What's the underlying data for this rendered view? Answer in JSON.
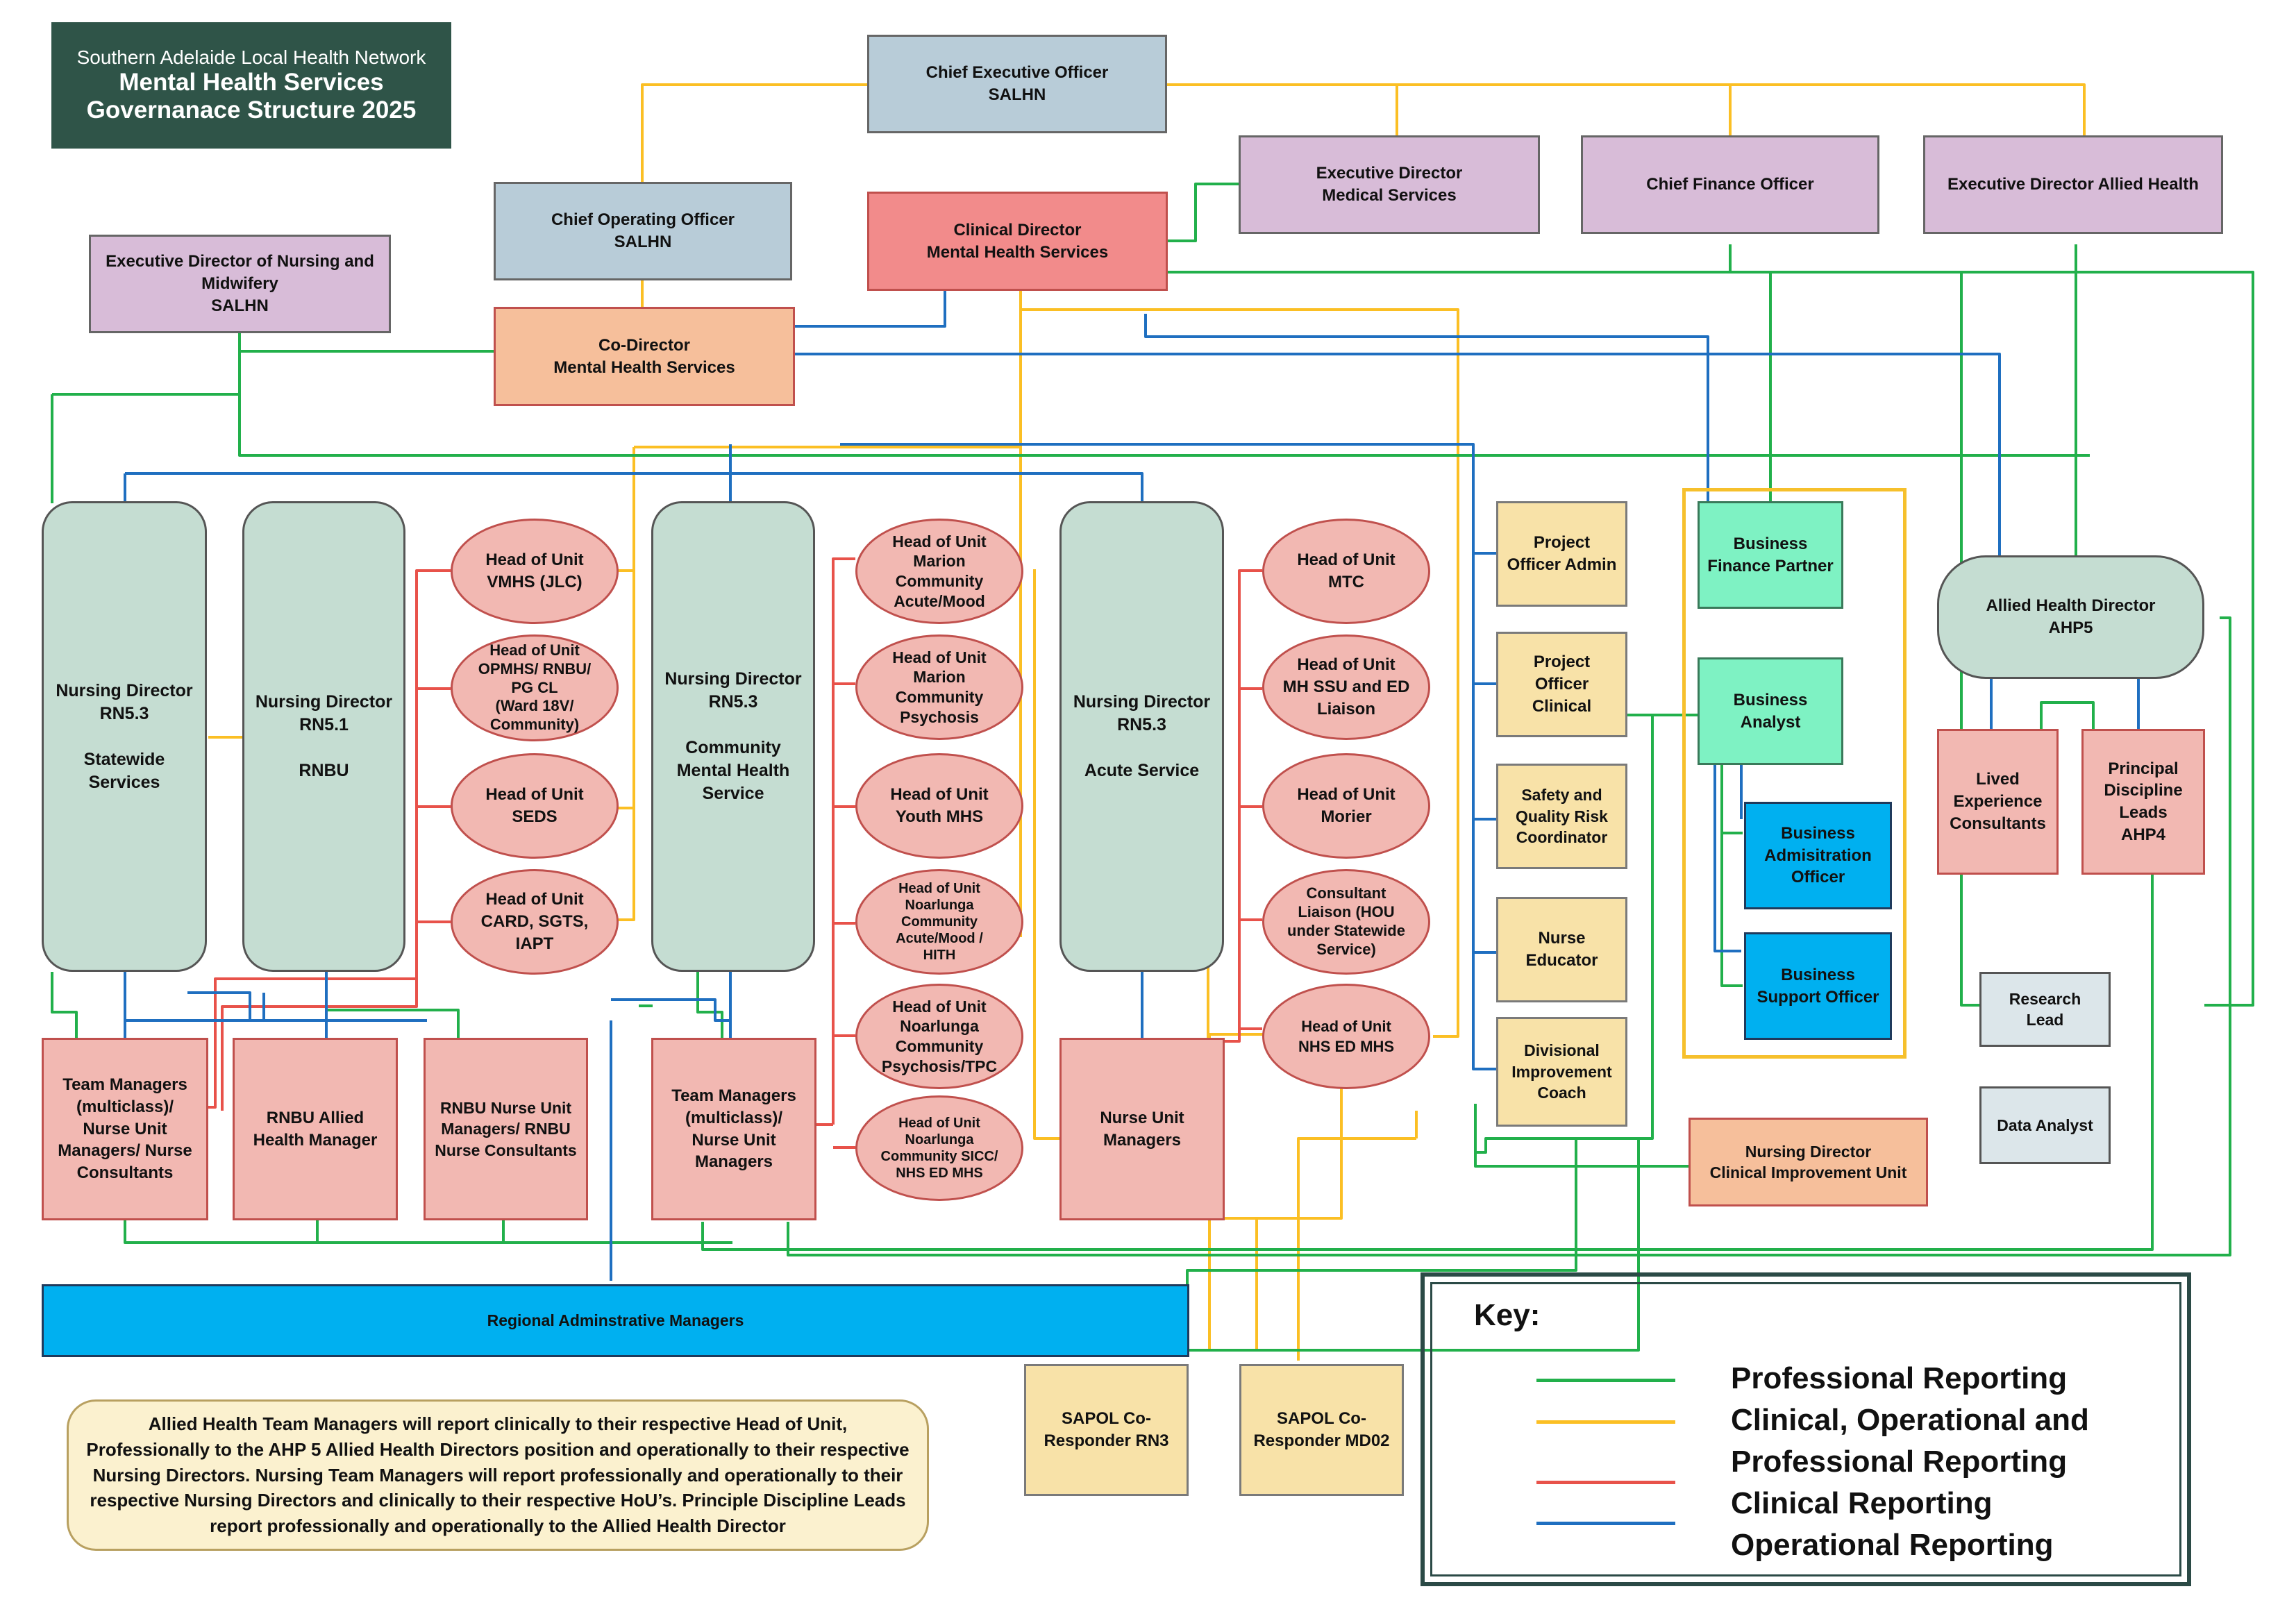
{
  "header": {
    "org": "Southern Adelaide Local Health Network",
    "title_line1": "Mental Health Services",
    "title_line2": "Governanace Structure 2025"
  },
  "nodes": {
    "ceo": [
      "Chief Executive Officer",
      "SALHN"
    ],
    "coo": [
      "Chief Operating Officer",
      "SALHN"
    ],
    "clinical_director": [
      "Clinical Director",
      "Mental Health Services"
    ],
    "exec_med": [
      "Executive Director",
      "Medical Services"
    ],
    "cfo": [
      "Chief Finance Officer"
    ],
    "exec_ah": [
      "Executive Director Allied Health"
    ],
    "exec_nursing": [
      "Executive Director of Nursing and",
      "Midwifery",
      "SALHN"
    ],
    "co_director": [
      "Co-Director",
      "Mental Health Services"
    ],
    "nd_statewide": [
      "Nursing Director",
      "RN5.3",
      "",
      "Statewide",
      "Services"
    ],
    "nd_rnbu": [
      "Nursing Director",
      "RN5.1",
      "",
      "RNBU"
    ],
    "nd_community": [
      "Nursing Director",
      "RN5.3",
      "",
      "Community",
      "Mental Health",
      "Service"
    ],
    "nd_acute": [
      "Nursing Director",
      "RN5.3",
      "",
      "Acute Service"
    ],
    "hou_vmhs": [
      "Head of Unit",
      "VMHS (JLC)"
    ],
    "hou_opmhs": [
      "Head of Unit",
      "OPMHS/ RNBU/",
      "PG CL",
      "(Ward 18V/",
      "Community)"
    ],
    "hou_seds": [
      "Head of Unit",
      "SEDS"
    ],
    "hou_card": [
      "Head of Unit",
      "CARD, SGTS,",
      "IAPT"
    ],
    "hou_marion_acute": [
      "Head of Unit",
      "Marion",
      "Community",
      "Acute/Mood"
    ],
    "hou_marion_psych": [
      "Head of Unit",
      "Marion",
      "Community",
      "Psychosis"
    ],
    "hou_youth": [
      "Head of Unit",
      "Youth MHS"
    ],
    "hou_noar_acute": [
      "Head of Unit",
      "Noarlunga",
      "Community",
      "Acute/Mood /",
      "HITH"
    ],
    "hou_noar_psych": [
      "Head of Unit",
      "Noarlunga",
      "Community",
      "Psychosis/TPC"
    ],
    "hou_noar_sicc": [
      "Head of Unit",
      "Noarlunga",
      "Community SICC/",
      "NHS ED MHS"
    ],
    "hou_mtc": [
      "Head of Unit",
      "MTC"
    ],
    "hou_ssu": [
      "Head of Unit",
      "MH SSU and ED",
      "Liaison"
    ],
    "hou_morier": [
      "Head of Unit",
      "Morier"
    ],
    "consultant_liaison": [
      "Consultant",
      "Liaison (HOU",
      "under Statewide",
      "Service)"
    ],
    "hou_nhs": [
      "Head of Unit",
      "NHS ED MHS"
    ],
    "po_admin": [
      "Project",
      "Officer Admin"
    ],
    "po_clinical": [
      "Project",
      "Officer",
      "Clinical"
    ],
    "safety": [
      "Safety and",
      "Quality Risk",
      "Coordinator"
    ],
    "nurse_educator": [
      "Nurse",
      "Educator"
    ],
    "div_coach": [
      "Divisional",
      "Improvement",
      "Coach"
    ],
    "bfp": [
      "Business",
      "Finance Partner"
    ],
    "ba": [
      "Business",
      "Analyst"
    ],
    "bao": [
      "Business",
      "Admisitration",
      "Officer"
    ],
    "bso": [
      "Business",
      "Support Officer"
    ],
    "ah_director": [
      "Allied Health Director",
      "AHP5"
    ],
    "lived_exp": [
      "Lived",
      "Experience",
      "Consultants"
    ],
    "pdl": [
      "Principal",
      "Discipline",
      "Leads",
      "AHP4"
    ],
    "research": [
      "Research",
      "Lead"
    ],
    "data_analyst": [
      "Data Analyst"
    ],
    "nd_ciu": [
      "Nursing Director",
      "Clinical Improvement Unit"
    ],
    "tm_statewide": [
      "Team Managers",
      "(multiclass)/",
      "Nurse Unit",
      "Managers/ Nurse",
      "Consultants"
    ],
    "rnbu_ah": [
      "RNBU Allied",
      "Health Manager"
    ],
    "rnbu_num": [
      "RNBU Nurse Unit",
      "Managers/ RNBU",
      "Nurse Consultants"
    ],
    "tm_community": [
      "Team Managers",
      "(multiclass)/",
      "Nurse Unit",
      "Managers"
    ],
    "num_acute": [
      "Nurse Unit",
      "Managers"
    ],
    "regional_admin": [
      "Regional Adminstrative Managers"
    ],
    "sapol_rn3": [
      "SAPOL Co-",
      "Responder RN3"
    ],
    "sapol_md02": [
      "SAPOL Co-",
      "Responder MD02"
    ]
  },
  "note": "Allied Health Team Managers will report clinically to their respective Head of Unit, Professionally to the AHP 5 Allied Health Directors position and operationally to their respective Nursing Directors. Nursing Team Managers will report professionally and operationally to their respective Nursing Directors and clinically to their respective HoU’s. Principle Discipline Leads report professionally and operationally to the Allied Health Director",
  "key": {
    "title": "Key:",
    "professional": "Professional Reporting",
    "clinical_operational_1": "Clinical, Operational and",
    "clinical_operational_2": "Professional Reporting",
    "clinical": "Clinical Reporting",
    "operational": "Operational Reporting"
  },
  "colors": {
    "professional": "#22b04b",
    "clinical_operational": "#fbbf24",
    "clinical": "#e8524a",
    "operational": "#1f6fc0"
  }
}
